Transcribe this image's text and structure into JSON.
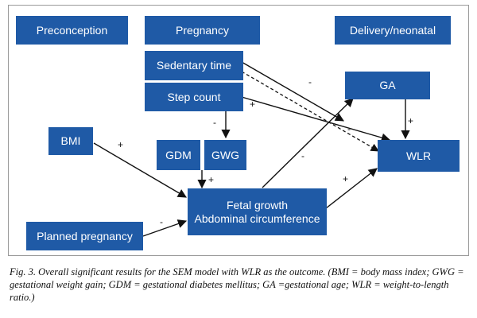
{
  "diagram": {
    "nodes": {
      "preconception": "Preconception",
      "pregnancy": "Pregnancy",
      "delivery_neonatal": "Delivery/neonatal",
      "sedentary_time": "Sedentary time",
      "step_count": "Step count",
      "ga": "GA",
      "wlr": "WLR",
      "bmi": "BMI",
      "gdm": "GDM",
      "gwg": "GWG",
      "fetal_growth_line1": "Fetal growth",
      "fetal_growth_line2": "Abdominal circumference",
      "planned_pregnancy": "Planned pregnancy"
    },
    "edge_signs": {
      "sedentary_to_ga": "-",
      "step_to_wlr": "+",
      "step_to_gdm_gwg": "-",
      "sedentary_to_wlr_dashed": "-",
      "ga_to_wlr": "+",
      "bmi_to_fetal": "+",
      "gdm_to_fetal": "+",
      "fetal_to_ga": "-",
      "fetal_to_wlr": "+",
      "planned_to_fetal": "-"
    },
    "colors": {
      "box_fill": "#1f5aa6",
      "box_text": "#ffffff",
      "edge": "#111111"
    }
  },
  "caption": "Fig. 3. Overall significant results for the SEM model with WLR as the outcome. (BMI = body mass index; GWG = gestational weight gain; GDM = gestational diabetes mellitus; GA =gestational age; WLR = weight-to-length ratio.)"
}
